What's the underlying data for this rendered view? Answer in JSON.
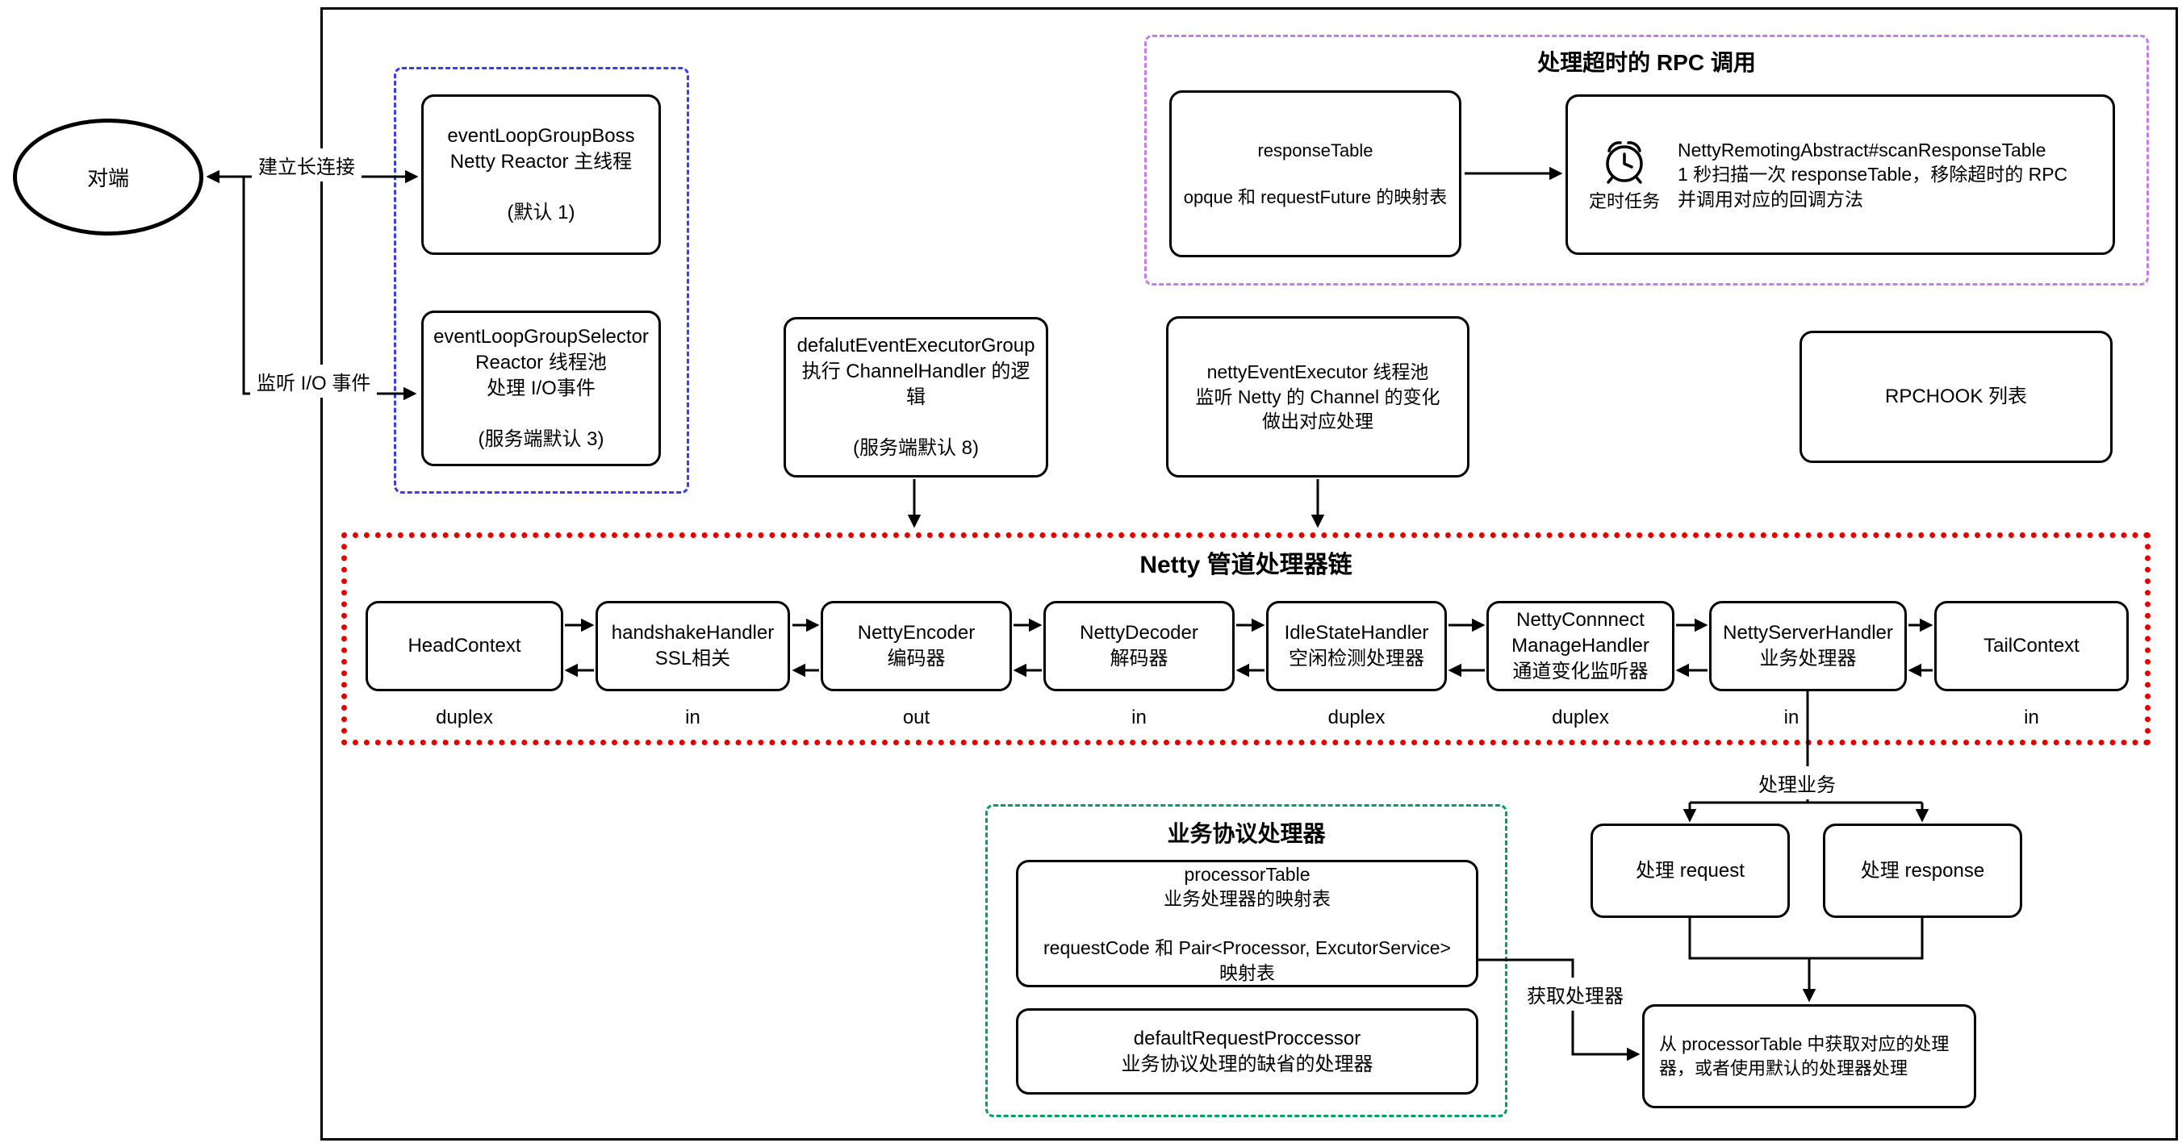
{
  "diagram": {
    "peer": {
      "label": "对端"
    },
    "edge_labels": {
      "connect": "建立长连接",
      "listen": "监听 I/O 事件",
      "handle_business": "处理业务",
      "get_processor": "获取处理器"
    },
    "nodes": {
      "boss": "eventLoopGroupBoss\nNetty Reactor 主线程\n\n(默认 1)",
      "selector": "eventLoopGroupSelector\nReactor 线程池\n处理 I/O事件\n\n(服务端默认 3)",
      "executor_group": "defalutEventExecutorGroup\n执行 ChannelHandler 的逻辑\n\n(服务端默认 8)",
      "netty_event_executor": "nettyEventExecutor 线程池\n监听 Netty 的 Channel 的变化\n做出对应处理",
      "rpchook": "RPCHOOK 列表",
      "handle_request": "处理 request",
      "handle_response": "处理 response",
      "dispatch": "从 processorTable 中获取对应的处理\n器，或者使用默认的处理器处理"
    },
    "rpc_timeout_group": {
      "title": "处理超时的 RPC 调用",
      "response_table": "responseTable\n\nopque 和 requestFuture 的映射表",
      "timer_icon_label": "定时任务",
      "scan_text": "NettyRemotingAbstract#scanResponseTable\n1 秒扫描一次 responseTable，移除超时的 RPC\n并调用对应的回调方法"
    },
    "pipeline": {
      "title": "Netty 管道处理器链",
      "handlers": [
        {
          "label": "HeadContext",
          "direction": "duplex"
        },
        {
          "label": "handshakeHandler\nSSL相关",
          "direction": "in"
        },
        {
          "label": "NettyEncoder\n编码器",
          "direction": "out"
        },
        {
          "label": "NettyDecoder\n解码器",
          "direction": "in"
        },
        {
          "label": "IdleStateHandler\n空闲检测处理器",
          "direction": "duplex"
        },
        {
          "label": "NettyConnnect\nManageHandler\n通道变化监听器",
          "direction": "duplex"
        },
        {
          "label": "NettyServerHandler\n业务处理器",
          "direction": "in"
        },
        {
          "label": "TailContext",
          "direction": "in"
        }
      ]
    },
    "business_group": {
      "title": "业务协议处理器",
      "processor_table": "processorTable\n业务处理器的映射表\n\nrequestCode 和  Pair<Processor, ExcutorService>\n映射表",
      "default_processor": "defaultRequestProccessor\n业务协议处理的缺省的处理器"
    },
    "colors": {
      "reactor_group_border": "#3b3bef",
      "rpc_timeout_group_border": "#c57bef",
      "pipeline_group_border": "#e60000",
      "business_group_border": "#00a15f",
      "node_border": "#000000"
    }
  }
}
